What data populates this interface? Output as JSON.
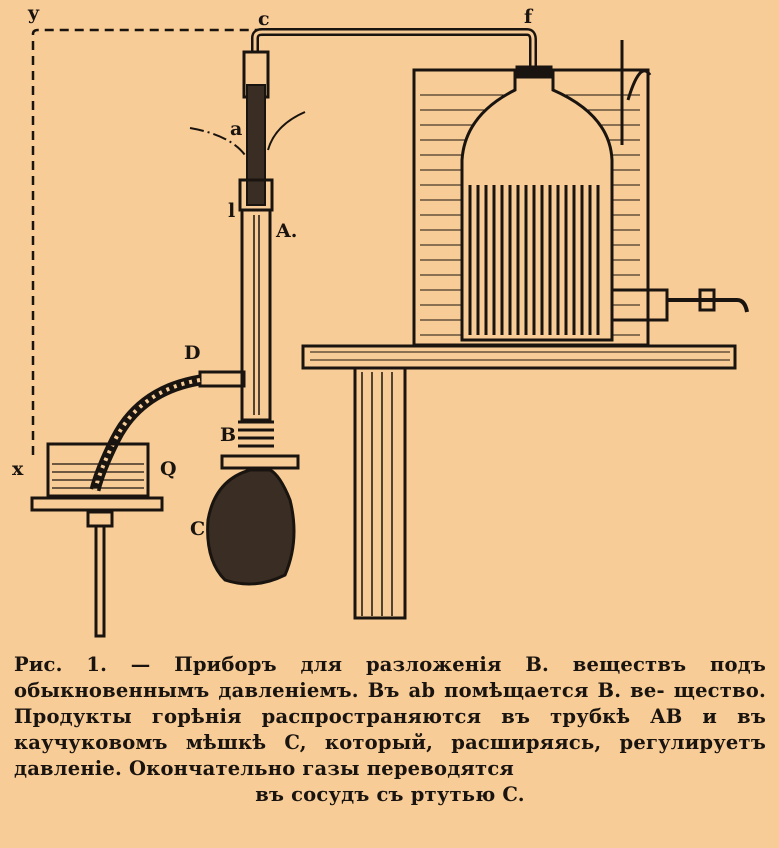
{
  "figure": {
    "labels": {
      "y": "y",
      "c": "c",
      "f": "f",
      "a": "a",
      "b": "l",
      "A": "A.",
      "D": "D",
      "B": "B",
      "x": "x",
      "Q": "Q",
      "C": "C"
    }
  },
  "caption": {
    "line1": "Рис. 1. — Приборъ для разложенія В. веществъ подъ",
    "line2": "обыкновеннымъ давленіемъ. Въ ab помѣщается В. ве-",
    "line3": "щество. Продукты горѣнія распространяются въ трубкѣ",
    "line4": "AB и въ каучуковомъ мѣшкѣ C, который, расширяясь,",
    "line5": "регулируетъ давленіе. Окончательно газы переводятся",
    "line6": "въ сосудъ съ ртутью C."
  },
  "colors": {
    "paper": "#f8cc96",
    "ink": "#1a1410"
  }
}
